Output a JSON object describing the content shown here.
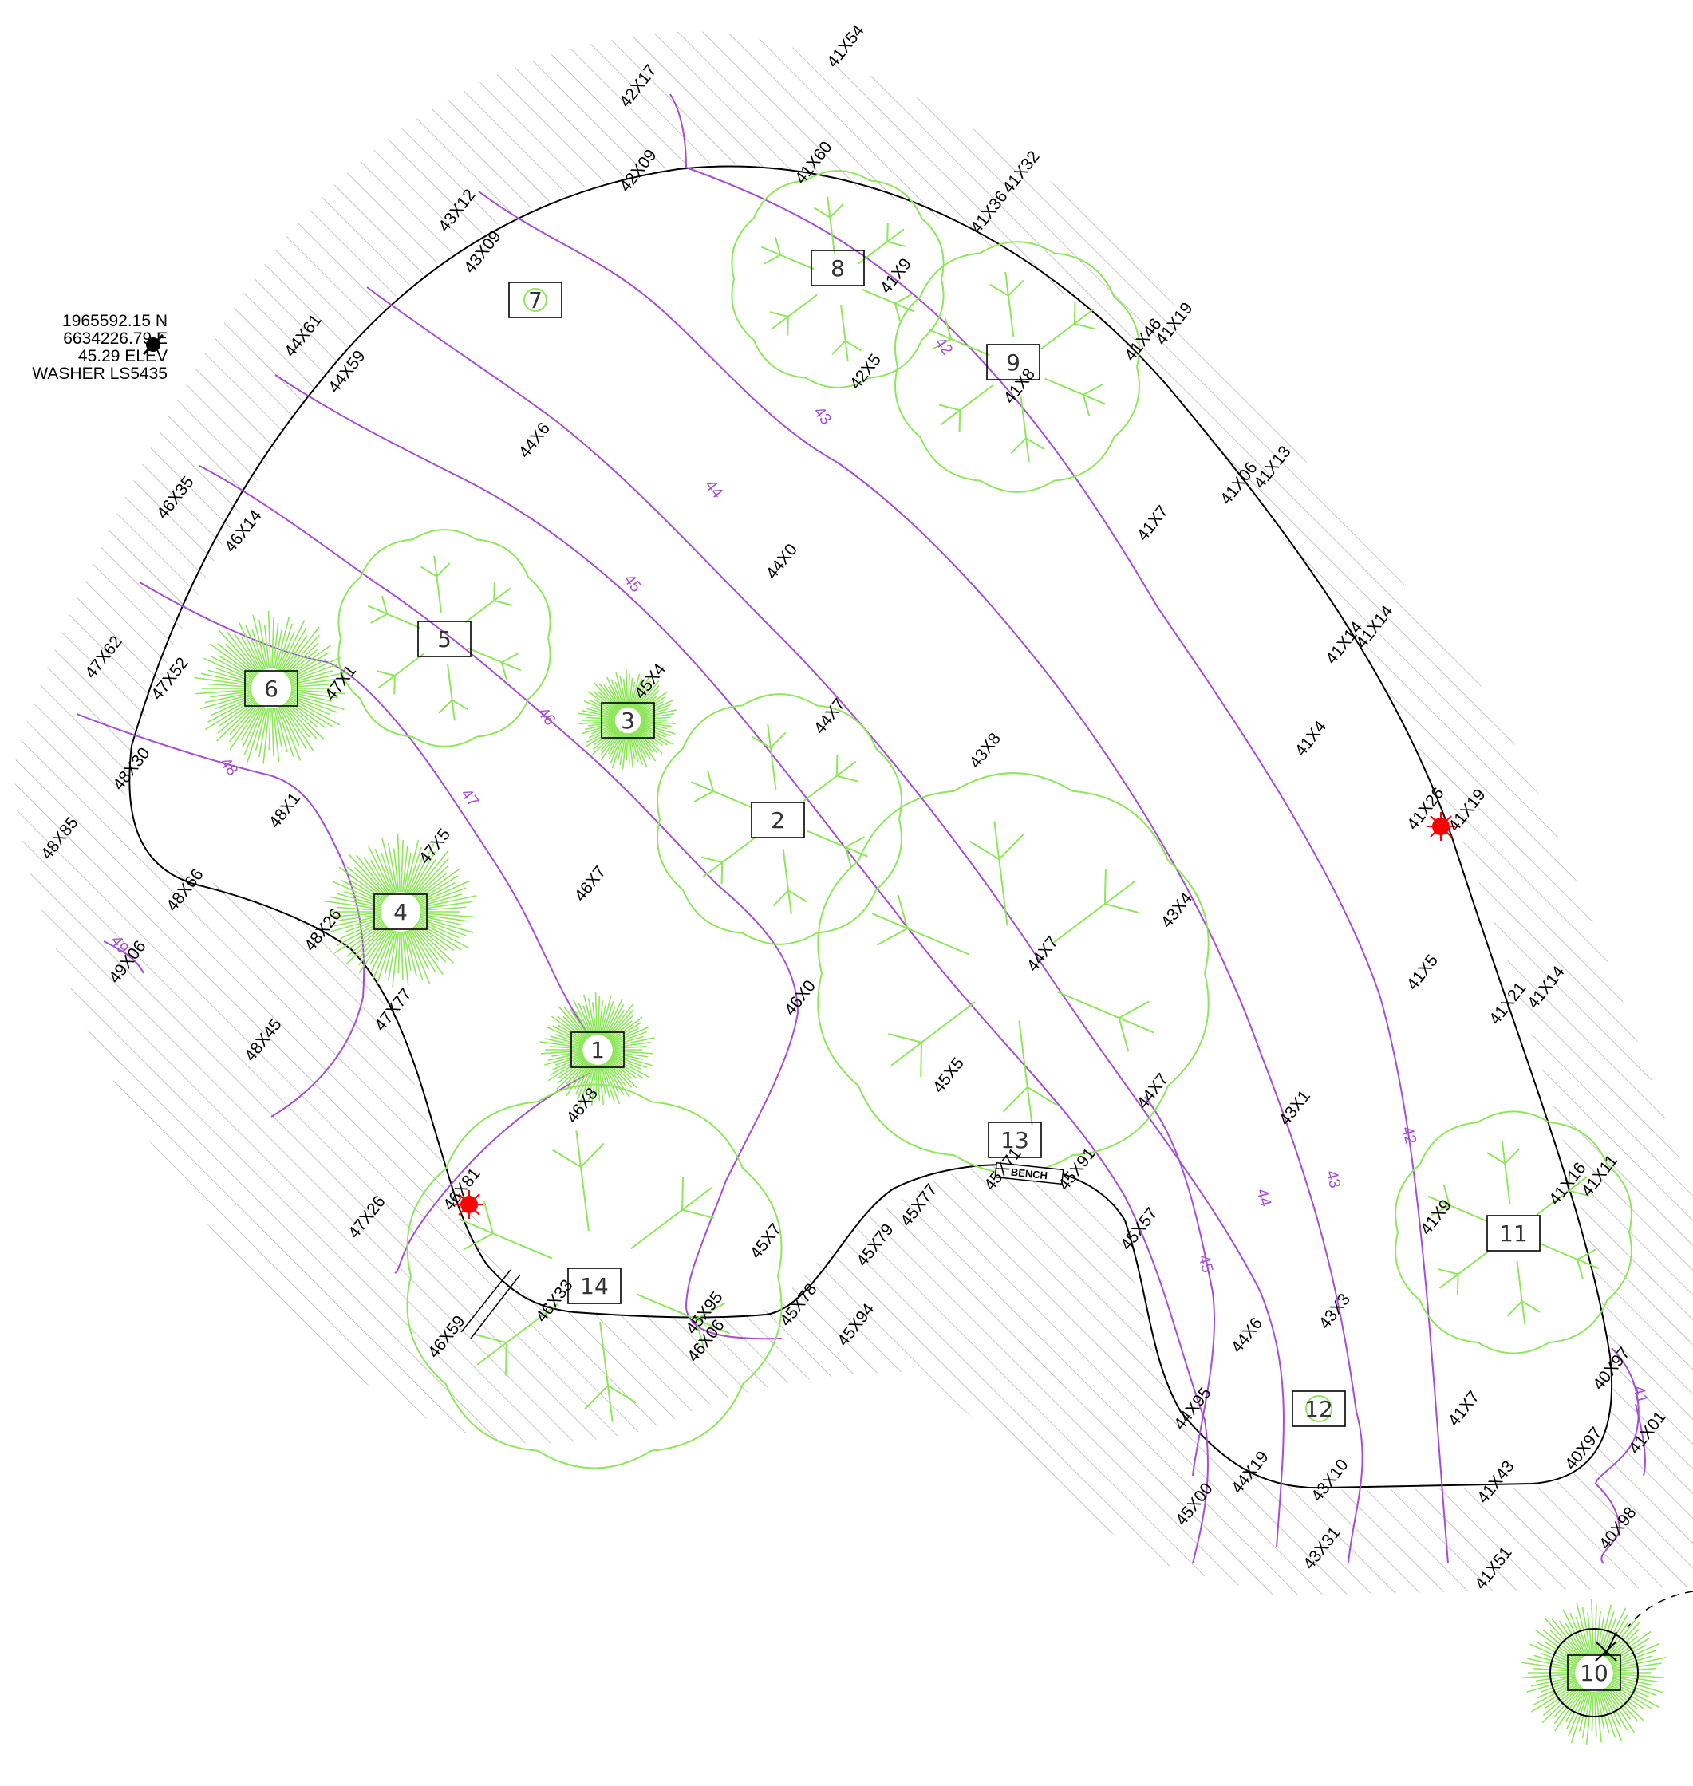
{
  "control_point": {
    "northing": "1965592.15 N",
    "easting": "6634226.79 E",
    "elevation": "45.29 ELEV",
    "description": "WASHER LS5435"
  },
  "colors": {
    "contour": "#a64dd6",
    "tree": "#8ee65a",
    "boundary": "#000000",
    "hatch": "#b8b8b8",
    "marker": "#ff0000"
  },
  "spot_elevations": [
    {
      "text": "41X54"
    },
    {
      "text": "42X17"
    },
    {
      "text": "42X09"
    },
    {
      "text": "41X60"
    },
    {
      "text": "41X32"
    },
    {
      "text": "41X36"
    },
    {
      "text": "43X12"
    },
    {
      "text": "43X09"
    },
    {
      "text": "41X9"
    },
    {
      "text": "41X46"
    },
    {
      "text": "41X19"
    },
    {
      "text": "44X61"
    },
    {
      "text": "44X59"
    },
    {
      "text": "42X5"
    },
    {
      "text": "41X8"
    },
    {
      "text": "44X6"
    },
    {
      "text": "41X13"
    },
    {
      "text": "41X06"
    },
    {
      "text": "46X35"
    },
    {
      "text": "41X7"
    },
    {
      "text": "46X14"
    },
    {
      "text": "44X0"
    },
    {
      "text": "41X14"
    },
    {
      "text": "41X14"
    },
    {
      "text": "47X62"
    },
    {
      "text": "47X52"
    },
    {
      "text": "47X1"
    },
    {
      "text": "45X4"
    },
    {
      "text": "44X7"
    },
    {
      "text": "43X8"
    },
    {
      "text": "41X4"
    },
    {
      "text": "48X30"
    },
    {
      "text": "48X1"
    },
    {
      "text": "48X85"
    },
    {
      "text": "41X26"
    },
    {
      "text": "41X19"
    },
    {
      "text": "47X5"
    },
    {
      "text": "46X7"
    },
    {
      "text": "48X66"
    },
    {
      "text": "43X4"
    },
    {
      "text": "48X26"
    },
    {
      "text": "44X7"
    },
    {
      "text": "41X5"
    },
    {
      "text": "49X06"
    },
    {
      "text": "46X0"
    },
    {
      "text": "41X21"
    },
    {
      "text": "41X14"
    },
    {
      "text": "47X77"
    },
    {
      "text": "48X45"
    },
    {
      "text": "45X5"
    },
    {
      "text": "46X8"
    },
    {
      "text": "44X7"
    },
    {
      "text": "43X1"
    },
    {
      "text": "46X81"
    },
    {
      "text": "45X7"
    },
    {
      "text": "45X77"
    },
    {
      "text": "45X71"
    },
    {
      "text": "45X91"
    },
    {
      "text": "41X16"
    },
    {
      "text": "41X11"
    },
    {
      "text": "47X26"
    },
    {
      "text": "41X9"
    },
    {
      "text": "45X79"
    },
    {
      "text": "45X57"
    },
    {
      "text": "46X33"
    },
    {
      "text": "45X95"
    },
    {
      "text": "45X78"
    },
    {
      "text": "43X3"
    },
    {
      "text": "46X59"
    },
    {
      "text": "46X06"
    },
    {
      "text": "45X94"
    },
    {
      "text": "44X6"
    },
    {
      "text": "40X97"
    },
    {
      "text": "44X95"
    },
    {
      "text": "41X7"
    },
    {
      "text": "40X97"
    },
    {
      "text": "41X01"
    },
    {
      "text": "44X19"
    },
    {
      "text": "43X10"
    },
    {
      "text": "41X43"
    },
    {
      "text": "45X00"
    },
    {
      "text": "43X31"
    },
    {
      "text": "41X51"
    },
    {
      "text": "40X98"
    }
  ],
  "contour_labels": [
    {
      "text": "42"
    },
    {
      "text": "43"
    },
    {
      "text": "44"
    },
    {
      "text": "45"
    },
    {
      "text": "46"
    },
    {
      "text": "47"
    },
    {
      "text": "48"
    },
    {
      "text": "49"
    },
    {
      "text": "42"
    },
    {
      "text": "43"
    },
    {
      "text": "44"
    },
    {
      "text": "45"
    },
    {
      "text": "41"
    }
  ],
  "tree_tags": [
    {
      "text": "1"
    },
    {
      "text": "2"
    },
    {
      "text": "3"
    },
    {
      "text": "4"
    },
    {
      "text": "5"
    },
    {
      "text": "6"
    },
    {
      "text": "7"
    },
    {
      "text": "8"
    },
    {
      "text": "9"
    },
    {
      "text": "10"
    },
    {
      "text": "11"
    },
    {
      "text": "12"
    },
    {
      "text": "13"
    },
    {
      "text": "14"
    }
  ],
  "bench_label": "BENCH"
}
